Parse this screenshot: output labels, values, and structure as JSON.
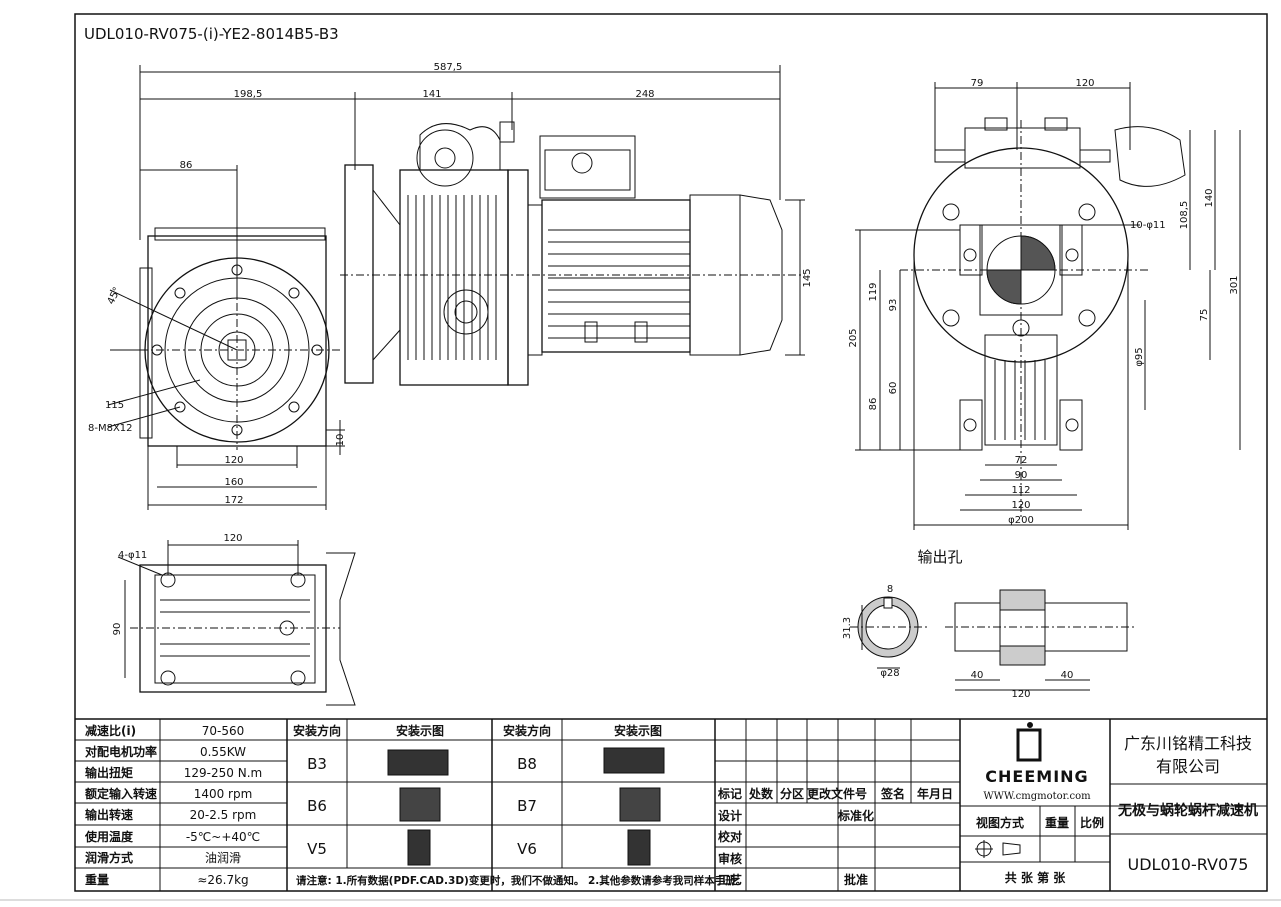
{
  "title": "UDL010-RV075-(i)-YE2-8014B5-B3",
  "front_view": {
    "dims": {
      "overall": "587,5",
      "d1": "198,5",
      "d2": "141",
      "d3": "248",
      "d4": "86",
      "height_flange": "145",
      "flange_dia": "115",
      "bolts": "8-M8X12",
      "angle": "45°",
      "w120": "120",
      "w160": "160",
      "w172": "172",
      "h10": "10"
    }
  },
  "side_view": {
    "dims": {
      "d79": "79",
      "d120": "120",
      "hole": "10-φ11",
      "h1085": "108,5",
      "h140": "140",
      "h301": "301",
      "h75": "75",
      "h119": "119",
      "h93": "93",
      "h205": "205",
      "h60": "60",
      "h86": "86",
      "d95": "φ95",
      "w72": "72",
      "w90": "90",
      "w112": "112",
      "w120": "120",
      "d200": "φ200"
    }
  },
  "bottom_view": {
    "dims": {
      "w120": "120",
      "holes": "4-φ11",
      "h90": "90"
    }
  },
  "output_hole": {
    "label": "输出孔",
    "dims": {
      "key": "8",
      "depth": "31.3",
      "dia": "φ28",
      "l40a": "40",
      "l40b": "40",
      "l120": "120"
    }
  },
  "specs": [
    {
      "label": "减速比(i)",
      "value": "70-560"
    },
    {
      "label": "对配电机功率",
      "value": "0.55KW"
    },
    {
      "label": "输出扭矩",
      "value": "129-250 N.m"
    },
    {
      "label": "额定输入转速",
      "value": "1400 rpm"
    },
    {
      "label": "输出转速",
      "value": "20-2.5 rpm"
    },
    {
      "label": "使用温度",
      "value": "-5℃~+40℃"
    },
    {
      "label": "润滑方式",
      "value": "油润滑"
    },
    {
      "label": "重量",
      "value": "≈26.7kg"
    }
  ],
  "mount_table": {
    "h_dir": "安装方向",
    "h_fig": "安装示图",
    "left": [
      "B3",
      "B6",
      "V5"
    ],
    "right": [
      "B8",
      "B7",
      "V6"
    ],
    "note": "请注意:  1.所有数据(PDF.CAD.3D)变更时，我们不做通知。 2.其他参数请参考我司样本手册。"
  },
  "approval": {
    "cols": [
      "标记",
      "处数",
      "分区",
      "更改文件号",
      "签名",
      "年月日"
    ],
    "design": "设计",
    "standard": "标准化",
    "check": "校对",
    "review": "审核",
    "process": "工艺",
    "approve": "批准"
  },
  "brand": {
    "name": "CHEEMING",
    "url": "WWW.cmgmotor.com",
    "view_mode": "视图方式",
    "weight": "重量",
    "ratio": "比例",
    "sheets": "共    张 第    张"
  },
  "company": {
    "line1": "广东川铭精工科技",
    "line2": "有限公司",
    "product": "无极与蜗轮蜗杆减速机",
    "model": "UDL010-RV075"
  }
}
